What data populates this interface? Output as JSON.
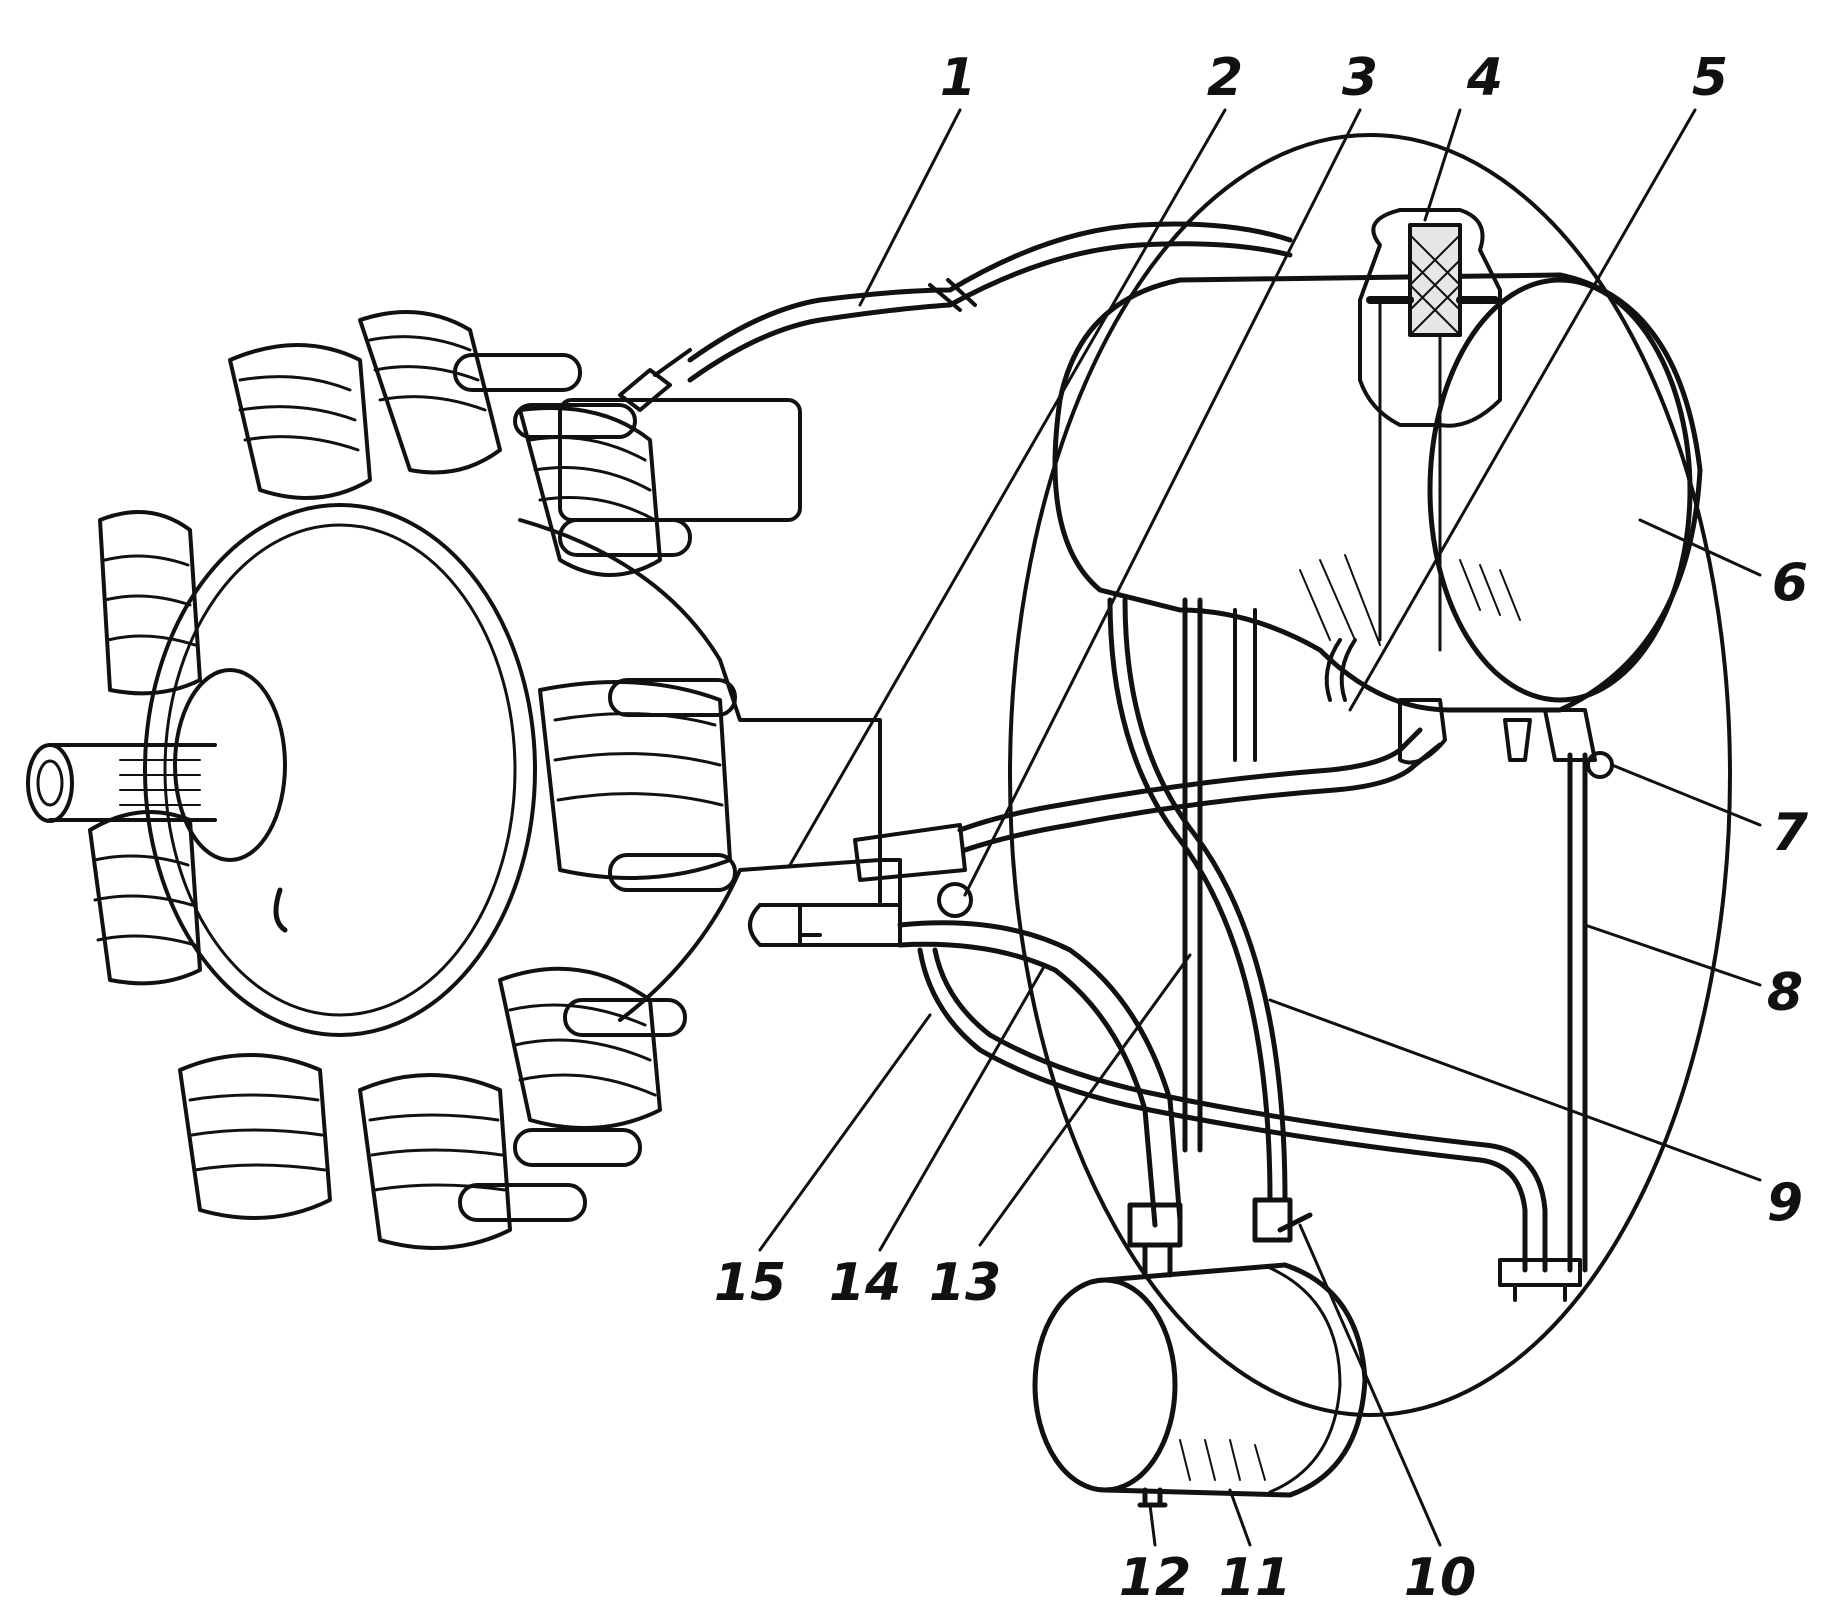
{
  "diagram": {
    "labels": [
      "1",
      "2",
      "3",
      "4",
      "5",
      "6",
      "7",
      "8",
      "9",
      "10",
      "11",
      "12",
      "13",
      "14",
      "15"
    ]
  },
  "colors": {
    "ink": "#111111",
    "paper": "#ffffff"
  }
}
